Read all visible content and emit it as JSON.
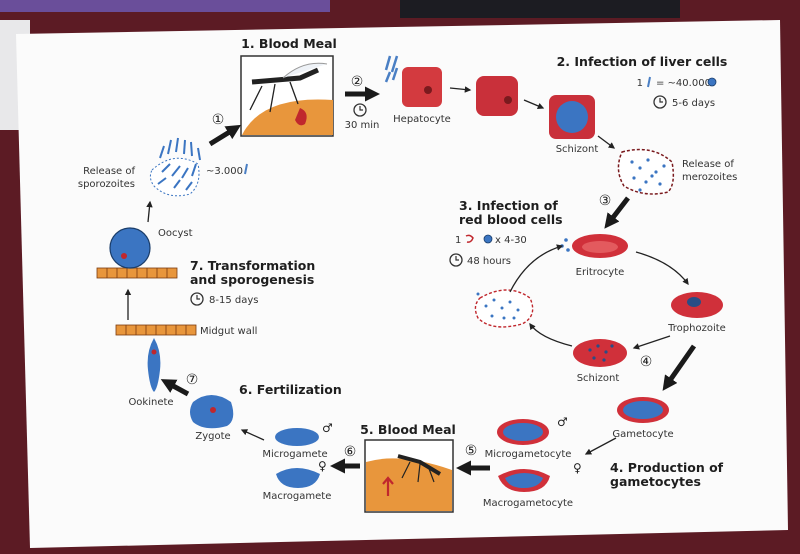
{
  "stage1": {
    "title": "1. Blood Meal",
    "num": "①"
  },
  "stage2": {
    "title": "2. Infection of liver cells",
    "num": "②",
    "time": "30 min",
    "ratio_left": "1",
    "ratio_right": "= ~40.000",
    "duration": "5-6 days",
    "hepatocyte": "Hepatocyte",
    "schizont": "Schizont",
    "release_l1": "Release of",
    "release_l2": "merozoites"
  },
  "stage3": {
    "title_l1": "3. Infection of",
    "title_l2": "red blood cells",
    "num": "③",
    "ratio_left": "1",
    "ratio_right": "x 4-30",
    "duration": "48 hours",
    "eritrocyte": "Eritrocyte",
    "trophozoite": "Trophozoite",
    "schizont": "Schizont"
  },
  "stage4": {
    "title_l1": "4. Production of",
    "title_l2": "gametocytes",
    "num": "④",
    "gametocyte": "Gametocyte",
    "microgametocyte": "Microgametocyte",
    "macrogametocyte": "Macrogametocyte",
    "male": "♂",
    "female": "♀"
  },
  "stage5": {
    "title": "5. Blood Meal",
    "num": "⑤"
  },
  "stage6": {
    "title": "6. Fertilization",
    "num": "⑥",
    "zygote": "Zygote",
    "microgamete": "Microgamete",
    "macrogamete": "Macrogamete",
    "male": "♂",
    "female": "♀"
  },
  "stage7": {
    "title_l1": "7. Transformation",
    "title_l2": "and sporogenesis",
    "num": "⑦",
    "duration": "8-15 days",
    "ookinete": "Ookinete",
    "midgut": "Midgut wall",
    "oocyst": "Oocyst",
    "release_l1": "Release of",
    "release_l2": "sporozoites",
    "count": "~3.000"
  }
}
